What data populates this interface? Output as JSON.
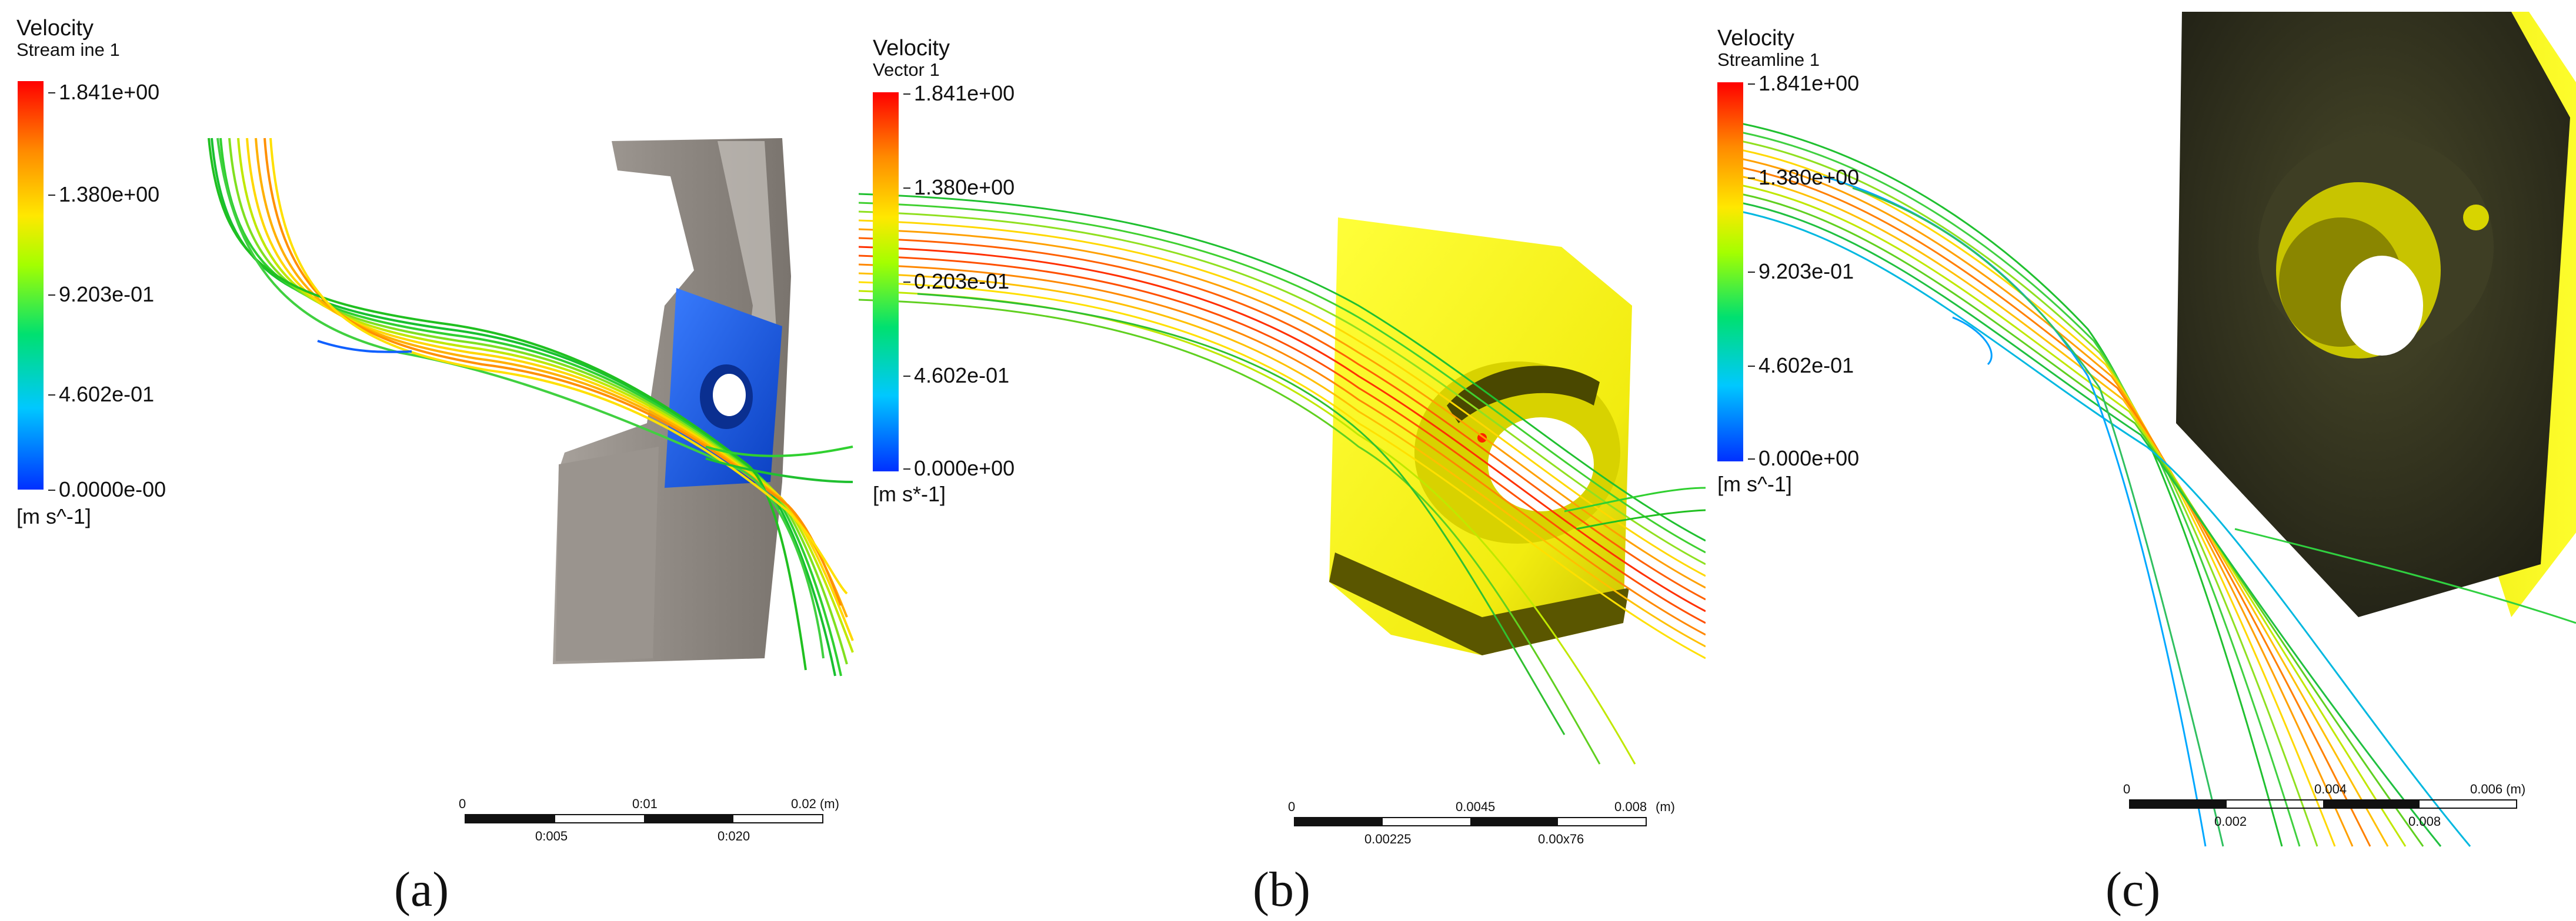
{
  "panels": [
    {
      "id": "a",
      "legend": {
        "title": "Velocity",
        "subtitle": "Stream ine 1",
        "ticks": [
          "1.841e+00",
          "1.380e+00",
          "9.203e-01",
          "4.602e-01",
          "0.0000e-00"
        ],
        "unit": "[m s^-1]"
      },
      "scale": {
        "top_labels": [
          "0",
          "0:01",
          "0.02 (m)"
        ],
        "bottom_labels": [
          "0:005",
          "0:020"
        ]
      },
      "caption": "(a)"
    },
    {
      "id": "b",
      "legend": {
        "title": "Velocity",
        "subtitle": "Vector 1",
        "ticks": [
          "1.841e+00",
          "1.380e+00",
          "0.203e-01",
          "4.602e-01",
          "0.000e+00"
        ],
        "unit": "[m s*-1]"
      },
      "scale": {
        "top_labels": [
          "0",
          "0.0045",
          "0.008",
          "(m)"
        ],
        "bottom_labels": [
          "0.00225",
          "0.00x76"
        ]
      },
      "caption": "(b)"
    },
    {
      "id": "c",
      "legend": {
        "title": "Velocity",
        "subtitle": "Streamline 1",
        "ticks": [
          "1.841e+00",
          "1.380e+00",
          "9.203e-01",
          "4.602e-01",
          "0.000e+00"
        ],
        "unit": "[m s^-1]"
      },
      "scale": {
        "top_labels": [
          "0",
          "0.004",
          "0.006 (m)"
        ],
        "bottom_labels": [
          "0.002",
          "0.008"
        ]
      },
      "caption": "(c)"
    }
  ],
  "colors": {
    "fast": "#ff2a00",
    "mid": "#ffd000",
    "slow": "#20c030",
    "slowest": "#00a0ff"
  }
}
